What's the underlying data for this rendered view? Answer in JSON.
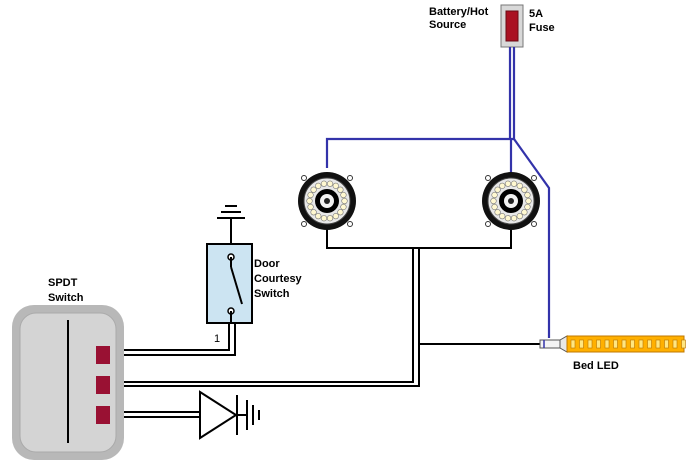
{
  "labels": {
    "battery_line1": "Battery/Hot",
    "battery_line2": "Source",
    "fuse_line1": "5A",
    "fuse_line2": "Fuse",
    "door_line1": "Door",
    "door_line2": "Courtesy",
    "door_line3": "Switch",
    "spdt_line1": "SPDT",
    "spdt_line2": "Switch",
    "bed_led": "Bed LED",
    "pin_number": "1"
  },
  "colors": {
    "power_wire": "#3333aa",
    "wire": "#000000",
    "fuse_body": "#aa1122",
    "terminal": "#991133",
    "led_strip": "#ffb000",
    "switch_body": "#d4d4d4",
    "door_switch_fill": "#cce4f2"
  },
  "icons": {
    "ground_top": "ground-icon",
    "ground_diode": "ground-icon",
    "diode": "diode-icon",
    "lamp_left": "led-ring-light-icon",
    "lamp_right": "led-ring-light-icon"
  }
}
